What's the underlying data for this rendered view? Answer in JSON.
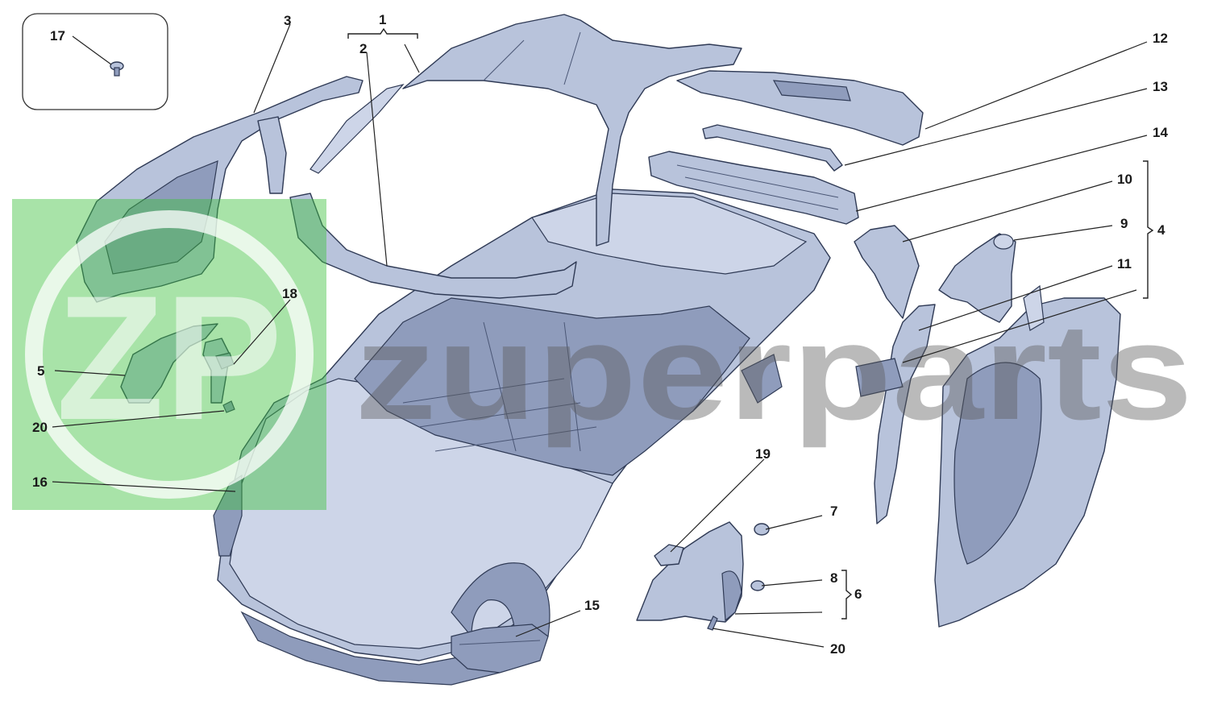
{
  "diagram": {
    "callouts": [
      {
        "id": "c1",
        "label": "1"
      },
      {
        "id": "c2",
        "label": "2"
      },
      {
        "id": "c3",
        "label": "3"
      },
      {
        "id": "c4",
        "label": "4"
      },
      {
        "id": "c5",
        "label": "5"
      },
      {
        "id": "c6",
        "label": "6"
      },
      {
        "id": "c7",
        "label": "7"
      },
      {
        "id": "c8",
        "label": "8"
      },
      {
        "id": "c9",
        "label": "9"
      },
      {
        "id": "c10",
        "label": "10"
      },
      {
        "id": "c11",
        "label": "11"
      },
      {
        "id": "c12",
        "label": "12"
      },
      {
        "id": "c13",
        "label": "13"
      },
      {
        "id": "c14",
        "label": "14"
      },
      {
        "id": "c15",
        "label": "15"
      },
      {
        "id": "c16",
        "label": "16"
      },
      {
        "id": "c17",
        "label": "17"
      },
      {
        "id": "c18",
        "label": "18"
      },
      {
        "id": "c19",
        "label": "19"
      },
      {
        "id": "c20a",
        "label": "20"
      },
      {
        "id": "c20b",
        "label": "20"
      }
    ]
  },
  "watermark": {
    "logo_letters": "ZP",
    "text": "zuperparts",
    "logo_color": "#3fc23f"
  },
  "colors": {
    "part_fill": "#b8c3db",
    "part_outline": "#2f3a55",
    "leader_line": "#222222"
  }
}
